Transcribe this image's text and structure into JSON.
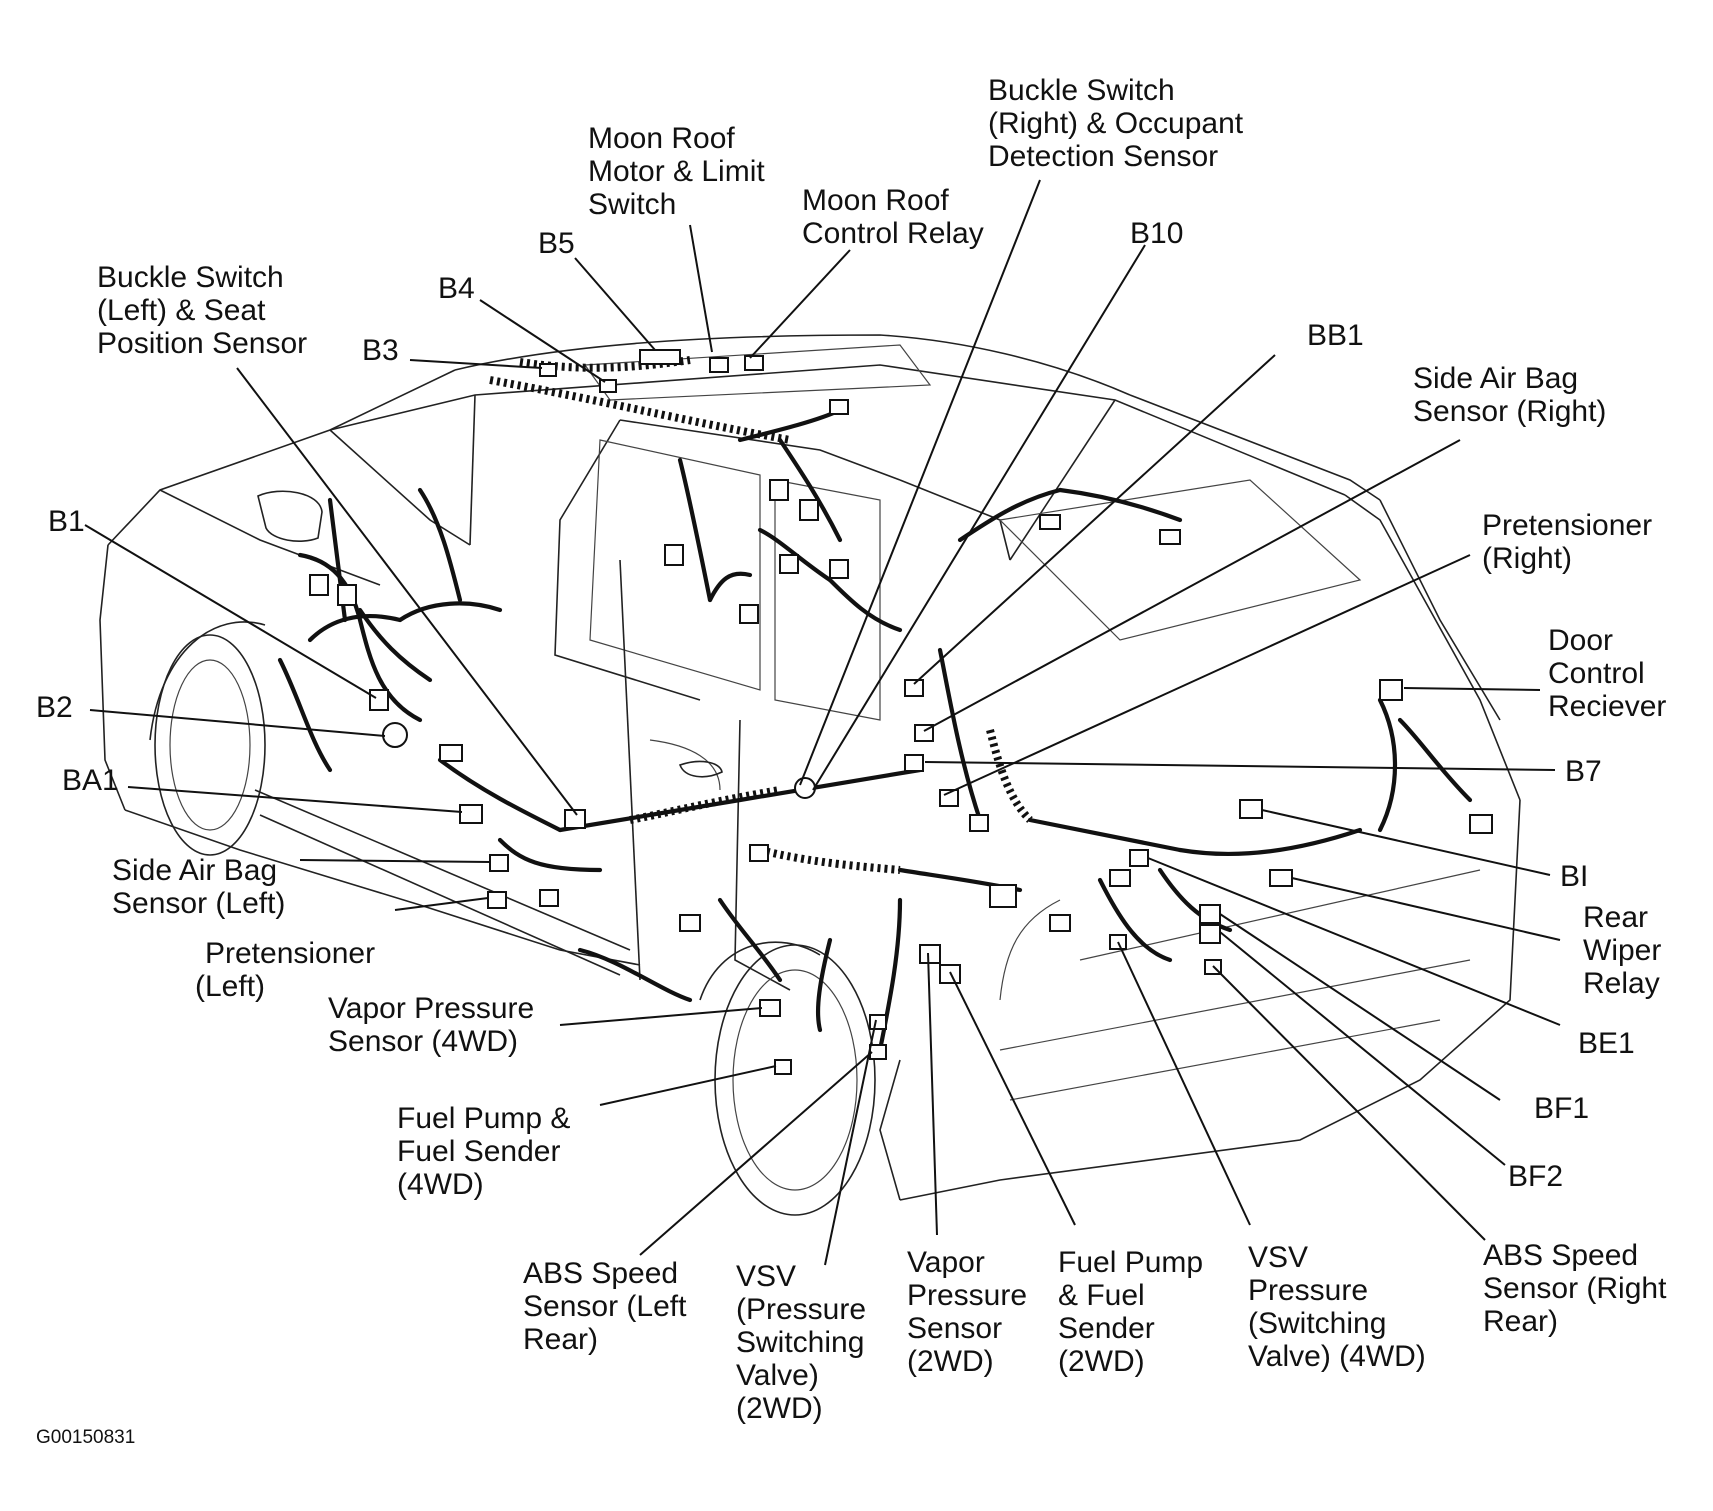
{
  "figure_code": "G00150831",
  "colors": {
    "line": "#111111",
    "background": "#ffffff"
  },
  "labels": {
    "moon_roof_motor": [
      "Moon Roof",
      "Motor & Limit",
      "Switch"
    ],
    "buckle_switch_right": [
      "Buckle Switch",
      "(Right) & Occupant",
      "Detection Sensor"
    ],
    "moon_roof_relay": [
      "Moon Roof",
      "Control Relay"
    ],
    "b10": "B10",
    "b5": "B5",
    "buckle_switch_left": [
      "Buckle Switch",
      "(Left) & Seat",
      "Position Sensor"
    ],
    "b4": "B4",
    "b3": "B3",
    "bb1": "BB1",
    "side_airbag_right": [
      "Side Air Bag",
      "Sensor (Right)"
    ],
    "b1": "B1",
    "pretensioner_right": [
      "Pretensioner",
      "(Right)"
    ],
    "door_control": [
      "Door",
      "Control",
      "Reciever"
    ],
    "b2": "B2",
    "ba1": "BA1",
    "b7": "B7",
    "side_airbag_left": [
      "Side Air Bag",
      "Sensor (Left)"
    ],
    "bi": "BI",
    "pretensioner_left": [
      "Pretensioner",
      "(Left)"
    ],
    "rear_wiper_relay": [
      "Rear",
      "Wiper",
      "Relay"
    ],
    "vapor_pressure_4wd": [
      "Vapor Pressure",
      "Sensor (4WD)"
    ],
    "be1": "BE1",
    "fuel_pump_4wd": [
      "Fuel Pump &",
      "Fuel Sender",
      "(4WD)"
    ],
    "bf1": "BF1",
    "bf2": "BF2",
    "abs_left_rear": [
      "ABS Speed",
      "Sensor (Left",
      "Rear)"
    ],
    "vsv_2wd": [
      "VSV",
      "(Pressure",
      "Switching",
      "Valve)",
      "(2WD)"
    ],
    "vapor_pressure_2wd": [
      "Vapor",
      "Pressure",
      "Sensor",
      "(2WD)"
    ],
    "fuel_pump_2wd": [
      "Fuel Pump",
      "& Fuel",
      "Sender",
      "(2WD)"
    ],
    "vsv_4wd": [
      "VSV",
      "Pressure",
      "(Switching",
      "Valve) (4WD)"
    ],
    "abs_right_rear": [
      "ABS Speed",
      "Sensor (Right",
      "Rear)"
    ]
  }
}
